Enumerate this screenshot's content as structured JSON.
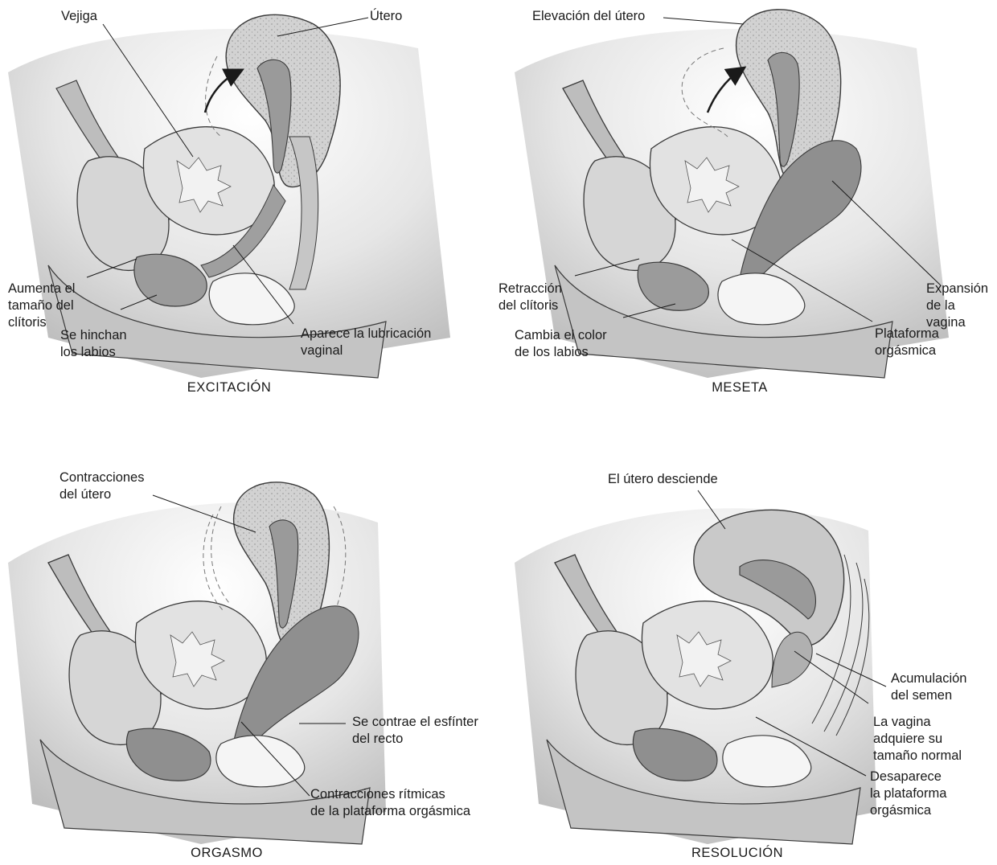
{
  "panels": {
    "excitation": {
      "caption": "EXCITACIÓN",
      "labels": {
        "vejiga": "Vejiga",
        "utero": "Útero",
        "clitoris": "Aumenta el\ntamaño del\nclítoris",
        "labios": "Se hinchan\nlos labios",
        "lubricacion": "Aparece la lubricación\nvaginal"
      }
    },
    "plateau": {
      "caption": "MESETA",
      "labels": {
        "elevacion": "Elevación del útero",
        "expansion": "Expansión\nde la vagina",
        "retraccion": "Retracción\ndel clítoris",
        "color": "Cambia el color\nde los labios",
        "plataforma": "Plataforma\norgásmica"
      }
    },
    "orgasm": {
      "caption": "ORGASMO",
      "labels": {
        "contracciones_utero": "Contracciones\ndel útero",
        "esfinter": "Se contrae el esfínter\ndel recto",
        "ritmicas": "Contracciones rítmicas\nde la plataforma orgásmica"
      }
    },
    "resolution": {
      "caption": "RESOLUCIÓN",
      "labels": {
        "desciende": "El útero desciende",
        "semen": "Acumulación\ndel semen",
        "normal": "La vagina\nadquiere su\ntamaño normal",
        "desaparece": "Desaparece\nla plataforma\norgásmica"
      }
    }
  },
  "colors": {
    "outline": "#3a3a3a",
    "shade_light": "#d9d9d9",
    "shade_mid": "#bdbdbd",
    "shade_dark": "#8f8f8f",
    "background_tissue": "#cfcfcf"
  }
}
